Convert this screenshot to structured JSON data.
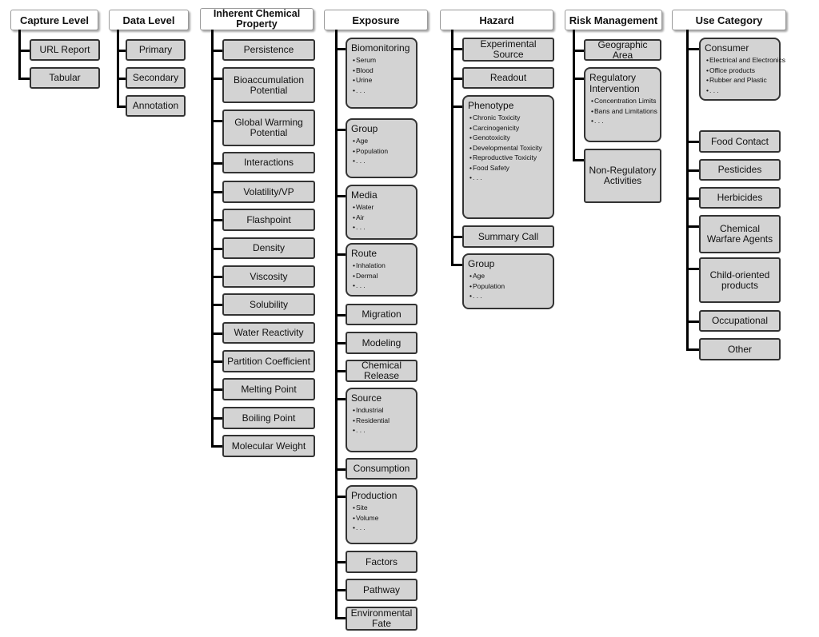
{
  "columns": [
    {
      "title": "Capture Level",
      "items": [
        {
          "label": "URL Report"
        },
        {
          "label": "Tabular"
        }
      ]
    },
    {
      "title": "Data Level",
      "items": [
        {
          "label": "Primary"
        },
        {
          "label": "Secondary"
        },
        {
          "label": "Annotation"
        }
      ]
    },
    {
      "title": "Inherent Chemical Property",
      "items": [
        {
          "label": "Persistence"
        },
        {
          "label": "Bioaccumulation Potential"
        },
        {
          "label": "Global Warming Potential"
        },
        {
          "label": "Interactions"
        },
        {
          "label": "Volatility/VP"
        },
        {
          "label": "Flashpoint"
        },
        {
          "label": "Density"
        },
        {
          "label": "Viscosity"
        },
        {
          "label": "Solubility"
        },
        {
          "label": "Water Reactivity"
        },
        {
          "label": "Partition Coefficient"
        },
        {
          "label": "Melting Point"
        },
        {
          "label": "Boiling Point"
        },
        {
          "label": "Molecular Weight"
        }
      ]
    },
    {
      "title": "Exposure",
      "items": [
        {
          "label": "Biomonitoring",
          "bullets": [
            "Serum",
            "Blood",
            "Urine",
            ". . ."
          ]
        },
        {
          "label": "Group",
          "bullets": [
            "Age",
            "Population",
            ". . ."
          ]
        },
        {
          "label": "Media",
          "bullets": [
            "Water",
            "Air",
            ". . ."
          ]
        },
        {
          "label": "Route",
          "bullets": [
            "Inhalation",
            "Dermal",
            ". . ."
          ]
        },
        {
          "label": "Migration"
        },
        {
          "label": "Modeling"
        },
        {
          "label": "Chemical Release"
        },
        {
          "label": "Source",
          "bullets": [
            "Industrial",
            "Residential",
            ". . ."
          ]
        },
        {
          "label": "Consumption"
        },
        {
          "label": "Production",
          "bullets": [
            "Site",
            "Volume",
            ". . ."
          ]
        },
        {
          "label": "Factors"
        },
        {
          "label": "Pathway"
        },
        {
          "label": "Environmental Fate"
        }
      ]
    },
    {
      "title": "Hazard",
      "items": [
        {
          "label": "Experimental Source"
        },
        {
          "label": "Readout"
        },
        {
          "label": "Phenotype",
          "bullets": [
            "Chronic Toxicity",
            "Carcinogenicity",
            "Genotoxicity",
            "Developmental Toxicity",
            "Reproductive Toxicity",
            "Food Safety",
            ". . ."
          ]
        },
        {
          "label": "Summary Call"
        },
        {
          "label": "Group",
          "bullets": [
            "Age",
            "Population",
            ". . ."
          ]
        }
      ]
    },
    {
      "title": "Risk Management",
      "items": [
        {
          "label": "Geographic Area"
        },
        {
          "label": "Regulatory Intervention",
          "bullets": [
            "Concentration Limits",
            "Bans and Limitations",
            ". . ."
          ]
        },
        {
          "label": "Non-Regulatory Activities"
        }
      ]
    },
    {
      "title": "Use Category",
      "items": [
        {
          "label": "Consumer",
          "bullets": [
            "Electrical and Electronics",
            "Office products",
            "Rubber and Plastic",
            ". . ."
          ]
        },
        {
          "label": "Food Contact"
        },
        {
          "label": "Pesticides"
        },
        {
          "label": "Herbicides"
        },
        {
          "label": "Chemical Warfare Agents"
        },
        {
          "label": "Child-oriented products"
        },
        {
          "label": "Occupational"
        },
        {
          "label": "Other"
        }
      ]
    }
  ]
}
